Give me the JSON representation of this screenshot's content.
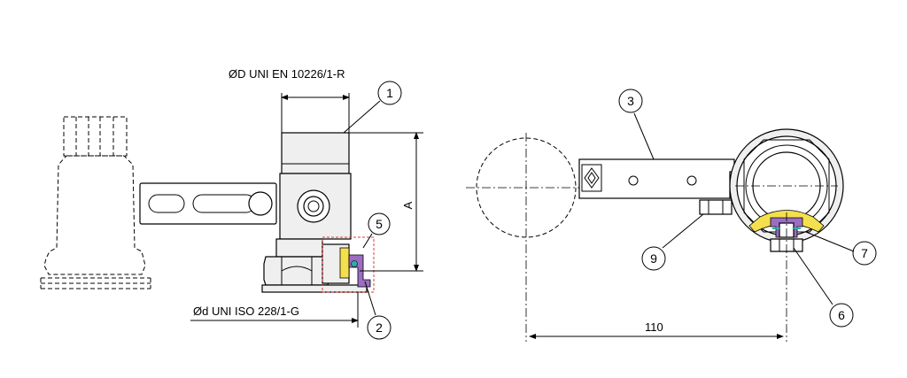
{
  "labels": {
    "top_dimension": "ØD UNI EN 10226/1-R",
    "bottom_dimension": "Ød UNI ISO 228/1-G",
    "height_dimension": "A",
    "width_dimension": "110"
  },
  "callouts": [
    "1",
    "2",
    "3",
    "5",
    "6",
    "7",
    "9"
  ],
  "colors": {
    "seal_yellow": "#f4e04d",
    "seal_purple": "#9b6ec2",
    "seal_teal": "#2bb0a6",
    "section_outline_red": "#e53935"
  }
}
